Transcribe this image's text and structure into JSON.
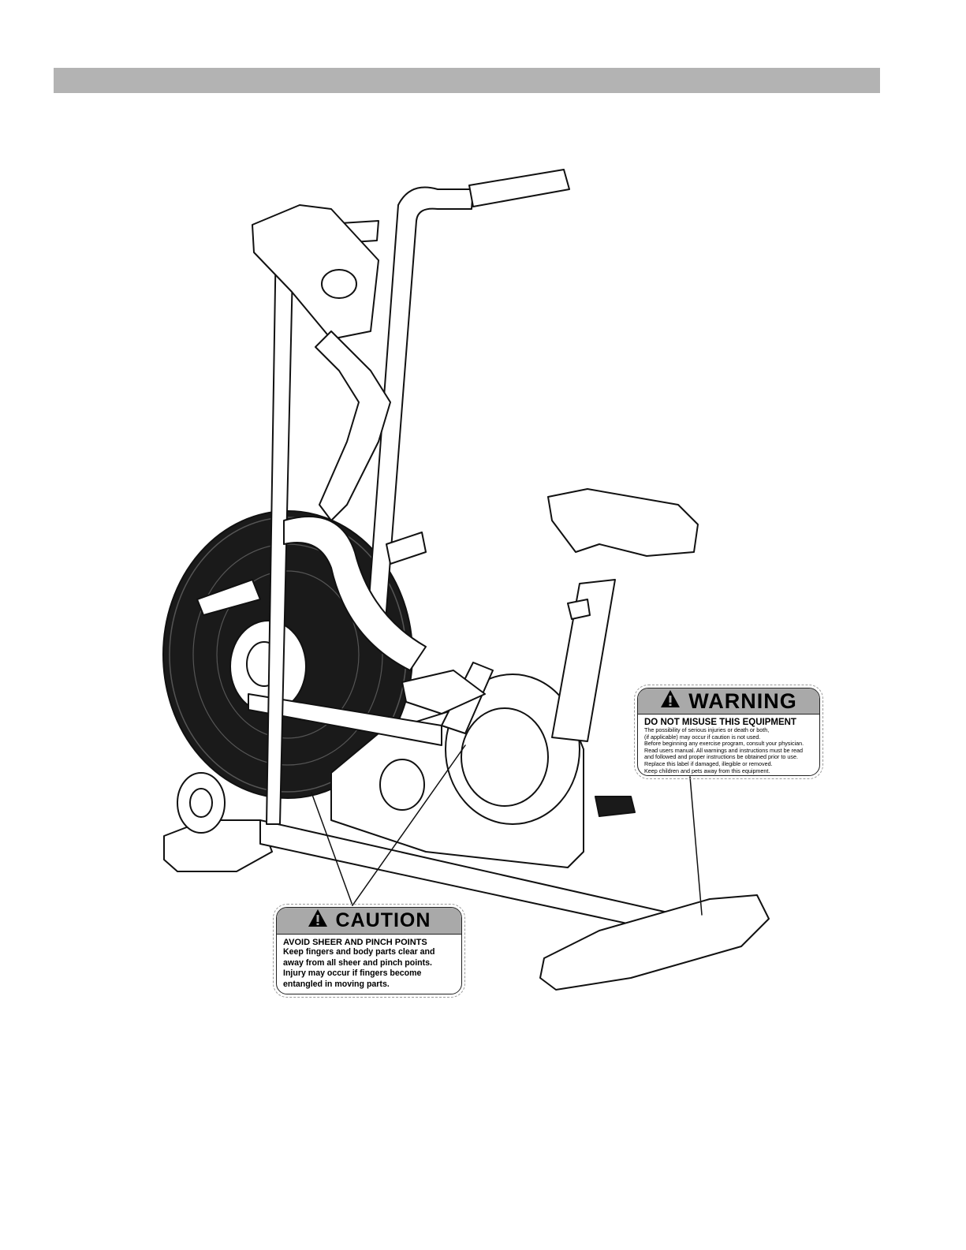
{
  "caution_label": {
    "title": "CAUTION",
    "subtitle": "AVOID SHEER AND PINCH POINTS",
    "lines": [
      "Keep fingers and body parts clear and",
      "away from all sheer and pinch points.",
      "Injury may occur if fingers become",
      "entangled in moving parts."
    ]
  },
  "warning_label": {
    "title": "WARNING",
    "subtitle": "DO NOT MISUSE THIS EQUIPMENT",
    "lines": [
      "The possibility of serious injuries or death or both,",
      "(if applicable) may occur if caution is not used.",
      "Before beginning any exercise program, consult your physician.",
      "Read users manual. All warnings and instructions must be read",
      "and followed and proper instructions be obtained prior to use.",
      "Replace this label if damaged, illegible or removed.",
      "Keep children and pets away from this equipment."
    ]
  },
  "icons": {
    "caution": "alert-triangle-icon",
    "warning": "alert-triangle-icon"
  },
  "colors": {
    "header_bar": "#b3b3b3",
    "label_header": "#a9a9a9"
  }
}
